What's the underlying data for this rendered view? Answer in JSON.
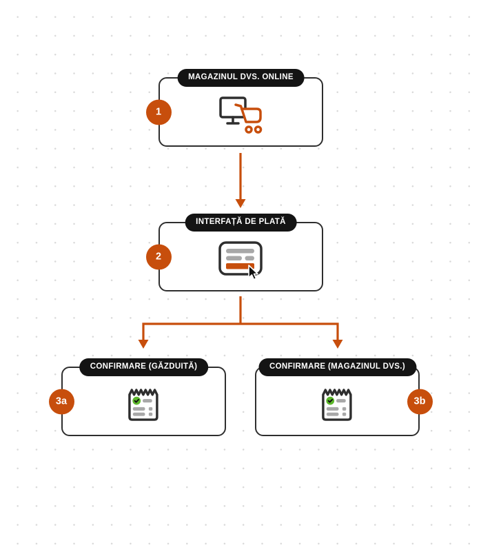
{
  "diagram": {
    "nodes": [
      {
        "step": "1",
        "label": "MAGAZINUL DVS. ONLINE",
        "icon": "storefront-cart-icon"
      },
      {
        "step": "2",
        "label": "INTERFAȚĂ DE PLATĂ",
        "icon": "payment-form-cursor-icon"
      },
      {
        "step": "3a",
        "label": "CONFIRMARE (GĂZDUITĂ)",
        "icon": "receipt-check-icon"
      },
      {
        "step": "3b",
        "label": "CONFIRMARE (MAGAZINUL DVS.)",
        "icon": "receipt-check-icon"
      }
    ],
    "connections": [
      {
        "from": "1",
        "to": "2",
        "type": "arrow-down"
      },
      {
        "from": "2",
        "to": "3a",
        "type": "arrow-fork-left"
      },
      {
        "from": "2",
        "to": "3b",
        "type": "arrow-fork-right"
      }
    ],
    "colors": {
      "accent_orange": "#C74E0C",
      "pill_black": "#141414",
      "border_dark": "#2E2E2E",
      "bar_gray": "#A8A8A8",
      "check_green": "#5CB72B",
      "dot_gray": "#D9D9D9"
    }
  }
}
